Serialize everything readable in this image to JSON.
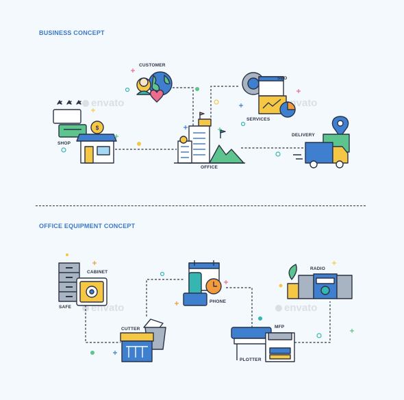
{
  "sections": {
    "business_title": "BUSINESS CONCEPT",
    "office_title": "OFFICE EQUIPMENT CONCEPT"
  },
  "business_labels": {
    "customer": "CUSTOMER",
    "seo": "SEO",
    "services": "SERVICES",
    "shop": "SHOP",
    "office": "OFFICE",
    "delivery": "DELIVERY"
  },
  "office_labels": {
    "cabinet": "CABINET",
    "safe": "SAFE",
    "phone": "PHONE",
    "radio": "RADIO",
    "cutter": "CUTTER",
    "mfp": "MFP",
    "plotter": "PLOTTER"
  },
  "watermark": "envato",
  "shop_price_symbol": "$",
  "colors": {
    "background": "#f4f9fd",
    "title_blue": "#3a78c9",
    "outline": "#2a3245",
    "blue": "#3f7fd0",
    "teal": "#36b6b0",
    "yellow": "#f6c744",
    "orange": "#f39a3c",
    "pink": "#ee6c8c",
    "green": "#5cc48c"
  }
}
